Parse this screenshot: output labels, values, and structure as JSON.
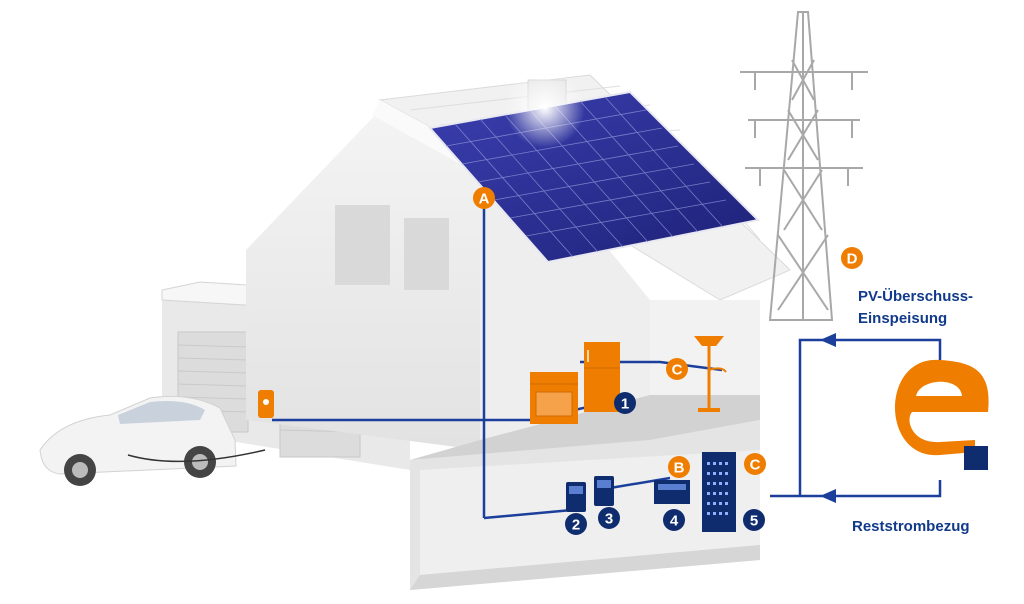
{
  "labels": {
    "feed_in_line1": "PV-Überschuss-",
    "feed_in_line2": "Einspeisung",
    "residual": "Reststrombezug"
  },
  "badges": {
    "A": "A",
    "B": "B",
    "C": "C",
    "D": "D",
    "n1": "1",
    "n2": "2",
    "n3": "3",
    "n4": "4",
    "n5": "5"
  },
  "colors": {
    "orange": "#ef7d00",
    "navy": "#0f2d6e",
    "line_blue": "#1b3f9b",
    "solar_panel": "#2b2f8f"
  },
  "icons": [
    "house",
    "solar-panels",
    "electric-car",
    "wallbox",
    "power-pylon",
    "stove",
    "fridge",
    "floor-lamp",
    "meter",
    "battery-storage",
    "inverter",
    "energy-logo-e"
  ]
}
